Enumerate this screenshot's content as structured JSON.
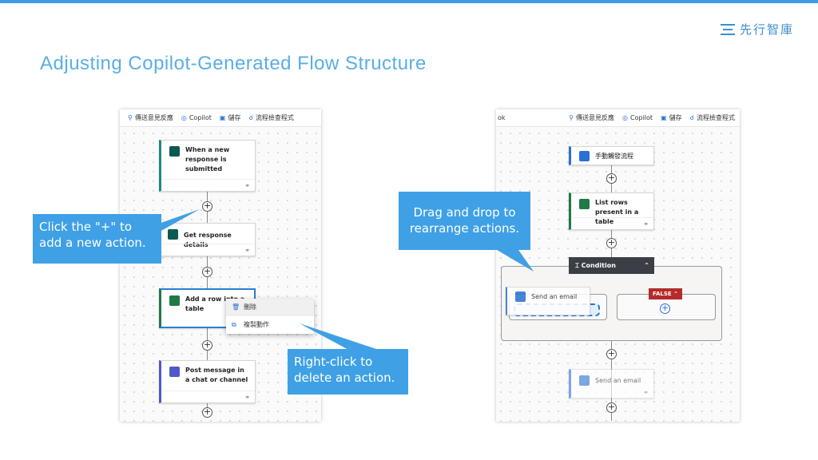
{
  "brand": {
    "logo_text": "先行智庫"
  },
  "slide": {
    "title": "Adjusting Copilot-Generated Flow Structure"
  },
  "toolbar": {
    "feedback": "傳送意見反應",
    "copilot": "Copilot",
    "save": "儲存",
    "checker": "流程檢查程式",
    "truncated_left": "ok"
  },
  "left_flow": {
    "cards": [
      {
        "label": "When a new response is submitted",
        "icon": "forms-icon",
        "color": "#0b6a5f"
      },
      {
        "label": "Get response details",
        "icon": "forms-icon",
        "color": "#0b6a5f"
      },
      {
        "label": "Add a row into a table",
        "icon": "excel-icon",
        "color": "#1f7a45"
      },
      {
        "label": "Post message in a chat or channel",
        "icon": "teams-icon",
        "color": "#5059c9"
      }
    ],
    "context_menu": [
      {
        "label": "刪除",
        "icon": "trash-icon"
      },
      {
        "label": "複製動作",
        "icon": "copy-icon"
      }
    ]
  },
  "right_flow": {
    "trigger": "手動觸發流程",
    "list_rows": "List rows present in a table",
    "condition": "Condition",
    "false_label": "FALSE",
    "dragging": "Send an email",
    "send_email": "Send an email"
  },
  "callouts": {
    "add_action": "Click the \"+\" to add a new action.",
    "drag": "Drag and drop to rearrange actions.",
    "delete": "Right-click to delete an action."
  },
  "colors": {
    "accent": "#3fa0e6",
    "title": "#5aaee6",
    "false": "#b52b2b",
    "condition": "#3b3f45"
  }
}
